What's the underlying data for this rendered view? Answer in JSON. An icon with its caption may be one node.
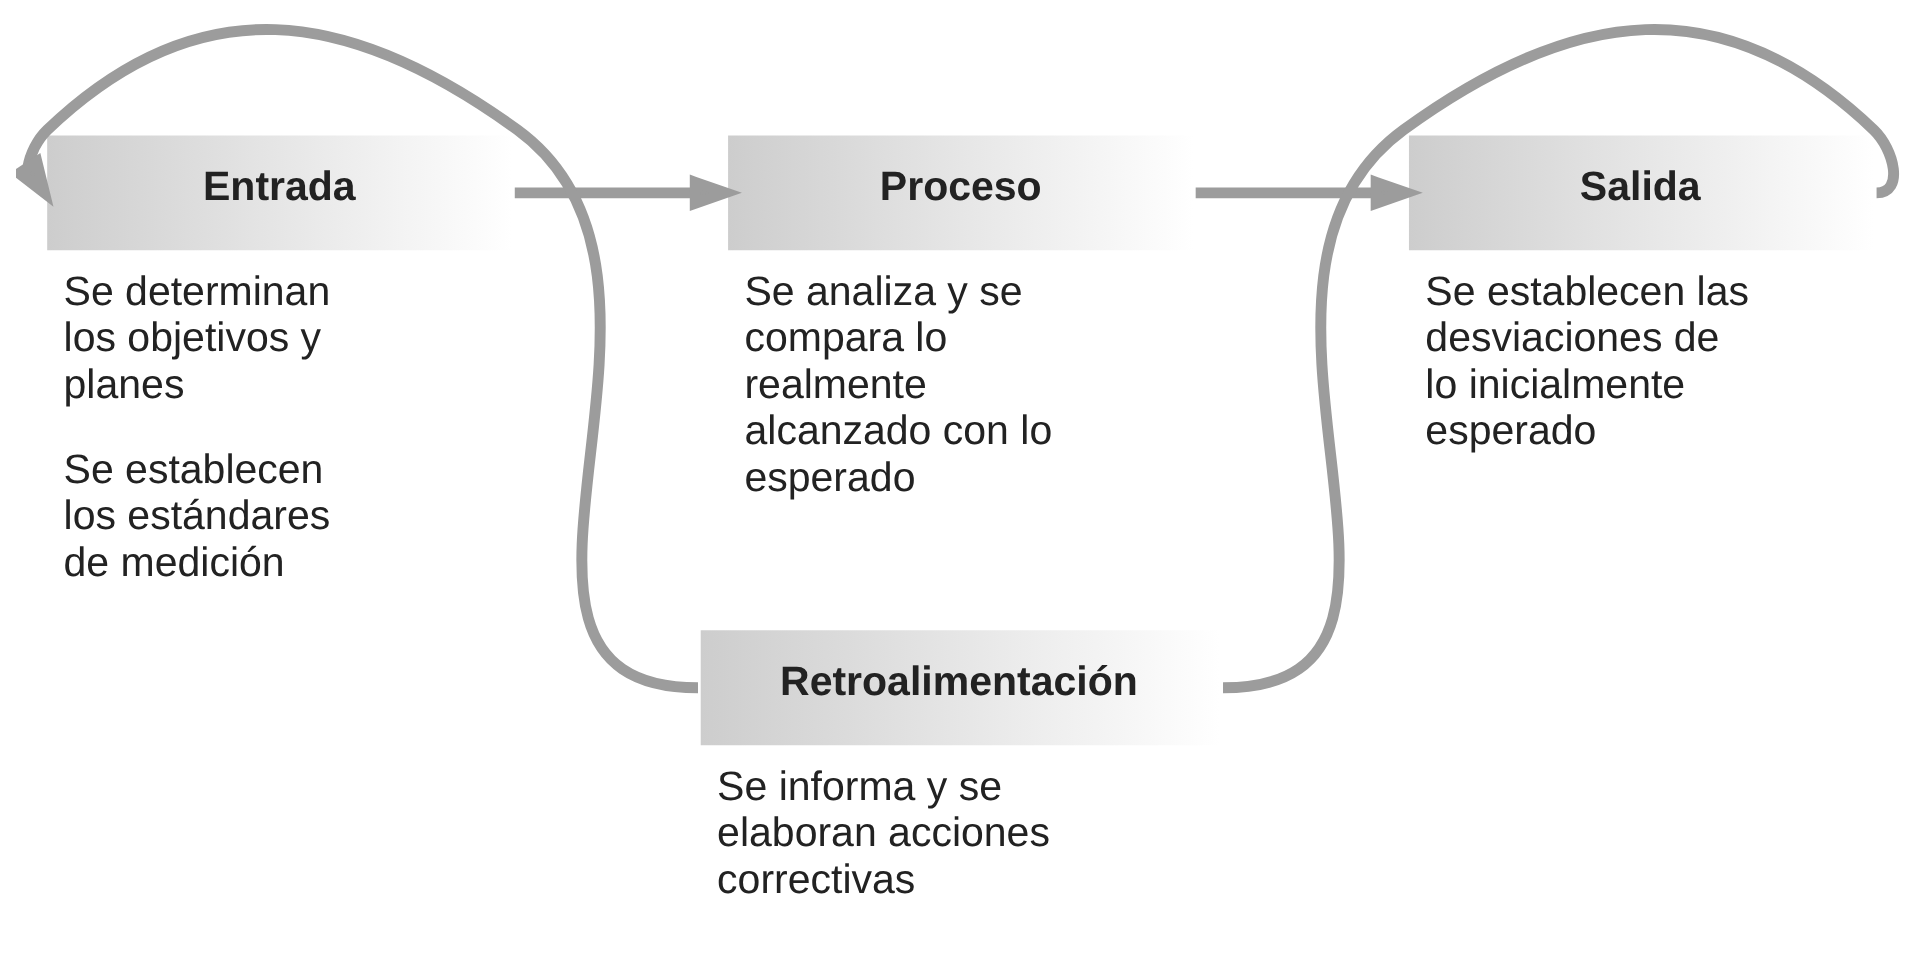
{
  "diagram": {
    "nodes": [
      {
        "text": [
          "Entrada"
        ],
        "beside": [
          "Se determinan los objetivos y planes",
          "Se establecen los estándares de medición"
        ]
      },
      {
        "text": [
          "Proceso"
        ],
        "beside": [
          "Se analiza y se compara lo realmente alcanzado con lo esperado"
        ]
      },
      {
        "text": [
          "Salida"
        ],
        "beside": [
          "Se establecen las desviaciones de lo inicialmente esperado"
        ]
      },
      {
        "text": [
          "Retroalimentación"
        ],
        "beside": [
          "Se informa y se elaboran acciones correctivas"
        ]
      }
    ],
    "edges": [
      {
        "from": 0,
        "to": 1,
        "arrow": "to"
      },
      {
        "from": 1,
        "to": 2,
        "arrow": "to"
      },
      {
        "from": 2,
        "to": 3,
        "arrow": "none"
      },
      {
        "from": 3,
        "to": 0,
        "arrow": "to"
      }
    ]
  }
}
